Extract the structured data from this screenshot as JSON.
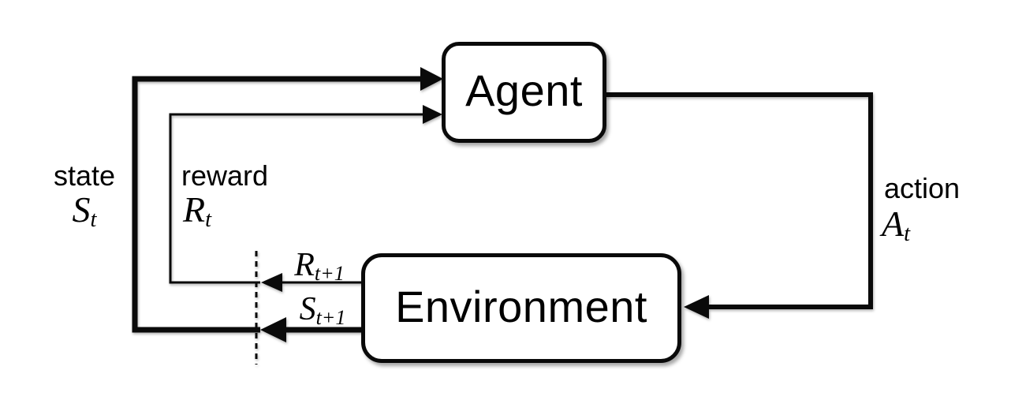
{
  "figure": {
    "background_color": "#ffffff",
    "ink_color": "#000000",
    "nodes": {
      "agent": {
        "label": "Agent"
      },
      "environment": {
        "label": "Environment"
      }
    },
    "labels": {
      "state": {
        "word": "state",
        "symbol": {
          "base": "S",
          "sub": "t"
        }
      },
      "reward": {
        "word": "reward",
        "symbol": {
          "base": "R",
          "sub": "t"
        }
      },
      "action": {
        "word": "action",
        "symbol": {
          "base": "A",
          "sub": "t"
        }
      },
      "next_reward": {
        "symbol": {
          "base": "R",
          "sub": "t+1"
        }
      },
      "next_state": {
        "symbol": {
          "base": "S",
          "sub": "t+1"
        }
      }
    },
    "edges": [
      {
        "name": "action",
        "from": "Agent",
        "to": "Environment"
      },
      {
        "name": "next_reward",
        "from": "Environment",
        "to": "time-boundary"
      },
      {
        "name": "next_state",
        "from": "Environment",
        "to": "time-boundary"
      },
      {
        "name": "state",
        "from": "time-boundary",
        "to": "Agent"
      },
      {
        "name": "reward",
        "from": "time-boundary",
        "to": "Agent"
      }
    ]
  }
}
